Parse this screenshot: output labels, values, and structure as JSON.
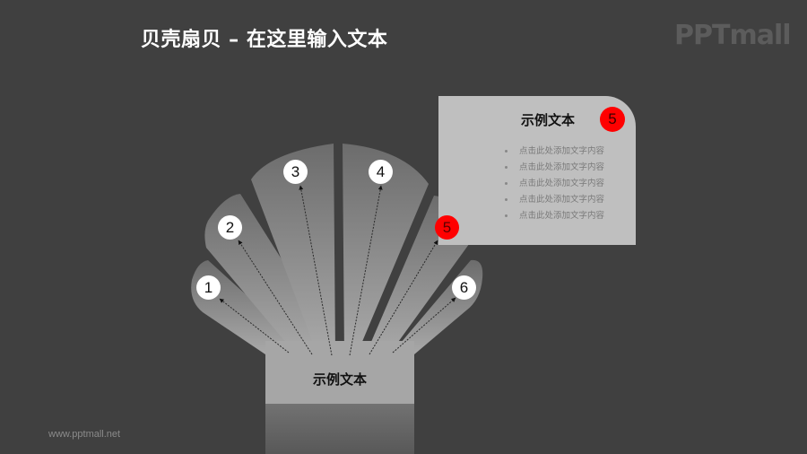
{
  "header": {
    "title": "贝壳扇贝 – 在这里输入文本",
    "logo": "PPTmall"
  },
  "footer": {
    "url": "www.pptmall.net"
  },
  "diagram": {
    "center_label": "示例文本",
    "segments": [
      {
        "number": "1",
        "active": false
      },
      {
        "number": "2",
        "active": false
      },
      {
        "number": "3",
        "active": false
      },
      {
        "number": "4",
        "active": false
      },
      {
        "number": "5",
        "active": true
      },
      {
        "number": "6",
        "active": false
      }
    ]
  },
  "callout": {
    "title": "示例文本",
    "badge": "5",
    "items": [
      "点击此处添加文字内容",
      "点击此处添加文字内容",
      "点击此处添加文字内容",
      "点击此处添加文字内容",
      "点击此处添加文字内容"
    ]
  },
  "colors": {
    "background": "#404040",
    "shell_top": "#6f6f6f",
    "shell_bottom": "#a8a8a8",
    "card": "#bfbfbf",
    "highlight": "#ff0000",
    "title_text": "#ffffff"
  }
}
